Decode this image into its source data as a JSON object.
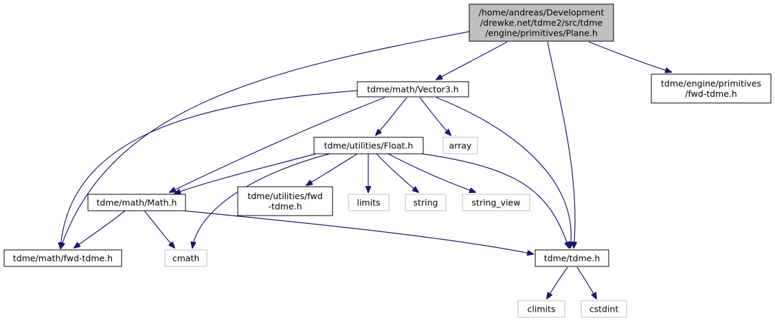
{
  "colors": {
    "edge": "#191970",
    "node_fill": "#ffffff",
    "root_fill": "#bfbfbf",
    "node_border": "#000000",
    "system_border": "#bfbfbf"
  },
  "nodes": [
    {
      "id": "plane",
      "lines": [
        "/home/andreas/Development",
        "/drewke.net/tdme2/src/tdme",
        "/engine/primitives/Plane.h"
      ],
      "style": "root"
    },
    {
      "id": "vector3",
      "lines": [
        "tdme/math/Vector3.h"
      ],
      "style": "normal"
    },
    {
      "id": "prim_fwd",
      "lines": [
        "tdme/engine/primitives",
        "/fwd-tdme.h"
      ],
      "style": "normal"
    },
    {
      "id": "float",
      "lines": [
        "tdme/utilities/Float.h"
      ],
      "style": "normal"
    },
    {
      "id": "array",
      "lines": [
        "array"
      ],
      "style": "system"
    },
    {
      "id": "math",
      "lines": [
        "tdme/math/Math.h"
      ],
      "style": "normal"
    },
    {
      "id": "util_fwd",
      "lines": [
        "tdme/utilities/fwd",
        "-tdme.h"
      ],
      "style": "normal"
    },
    {
      "id": "limits",
      "lines": [
        "limits"
      ],
      "style": "system"
    },
    {
      "id": "string",
      "lines": [
        "string"
      ],
      "style": "system"
    },
    {
      "id": "string_view",
      "lines": [
        "string_view"
      ],
      "style": "system"
    },
    {
      "id": "math_fwd",
      "lines": [
        "tdme/math/fwd-tdme.h"
      ],
      "style": "normal"
    },
    {
      "id": "cmath",
      "lines": [
        "cmath"
      ],
      "style": "system"
    },
    {
      "id": "tdme",
      "lines": [
        "tdme/tdme.h"
      ],
      "style": "normal"
    },
    {
      "id": "climits",
      "lines": [
        "climits"
      ],
      "style": "system"
    },
    {
      "id": "cstdint",
      "lines": [
        "cstdint"
      ],
      "style": "system"
    }
  ],
  "edges": [
    {
      "from": "plane",
      "to": "vector3"
    },
    {
      "from": "plane",
      "to": "prim_fwd"
    },
    {
      "from": "plane",
      "to": "math_fwd"
    },
    {
      "from": "plane",
      "to": "tdme"
    },
    {
      "from": "vector3",
      "to": "float"
    },
    {
      "from": "vector3",
      "to": "array"
    },
    {
      "from": "vector3",
      "to": "math"
    },
    {
      "from": "vector3",
      "to": "math_fwd"
    },
    {
      "from": "vector3",
      "to": "tdme"
    },
    {
      "from": "float",
      "to": "math"
    },
    {
      "from": "float",
      "to": "util_fwd"
    },
    {
      "from": "float",
      "to": "limits"
    },
    {
      "from": "float",
      "to": "string"
    },
    {
      "from": "float",
      "to": "string_view"
    },
    {
      "from": "float",
      "to": "cmath"
    },
    {
      "from": "float",
      "to": "tdme"
    },
    {
      "from": "math",
      "to": "math_fwd"
    },
    {
      "from": "math",
      "to": "cmath"
    },
    {
      "from": "math",
      "to": "tdme"
    },
    {
      "from": "tdme",
      "to": "climits"
    },
    {
      "from": "tdme",
      "to": "cstdint"
    }
  ]
}
